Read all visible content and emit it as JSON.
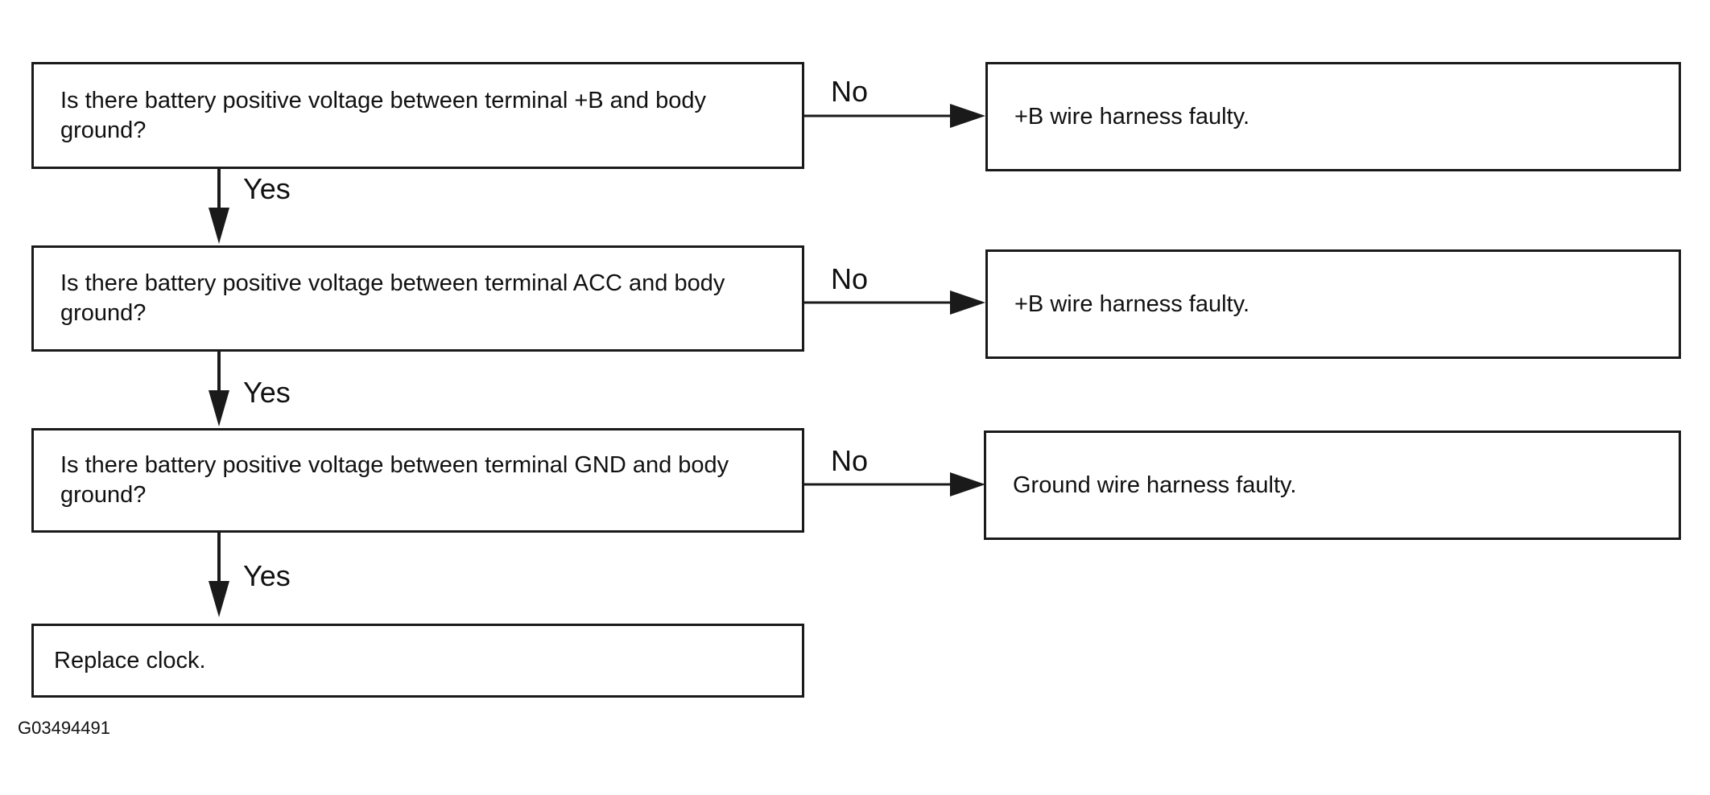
{
  "questions": [
    {
      "text": "Is there battery positive voltage between terminal +B and body ground?"
    },
    {
      "text": "Is there battery positive voltage between terminal ACC and body ground?"
    },
    {
      "text": "Is there battery positive voltage between terminal GND and body ground?"
    }
  ],
  "results": [
    {
      "text": "+B wire harness faulty."
    },
    {
      "text": "+B wire harness faulty."
    },
    {
      "text": "Ground wire harness faulty."
    }
  ],
  "final": {
    "text": "Replace clock."
  },
  "labels": {
    "no": "No",
    "yes": "Yes"
  },
  "figure_id": "G03494491",
  "colors": {
    "stroke": "#1a1a1a",
    "text": "#111111",
    "background": "#ffffff"
  }
}
